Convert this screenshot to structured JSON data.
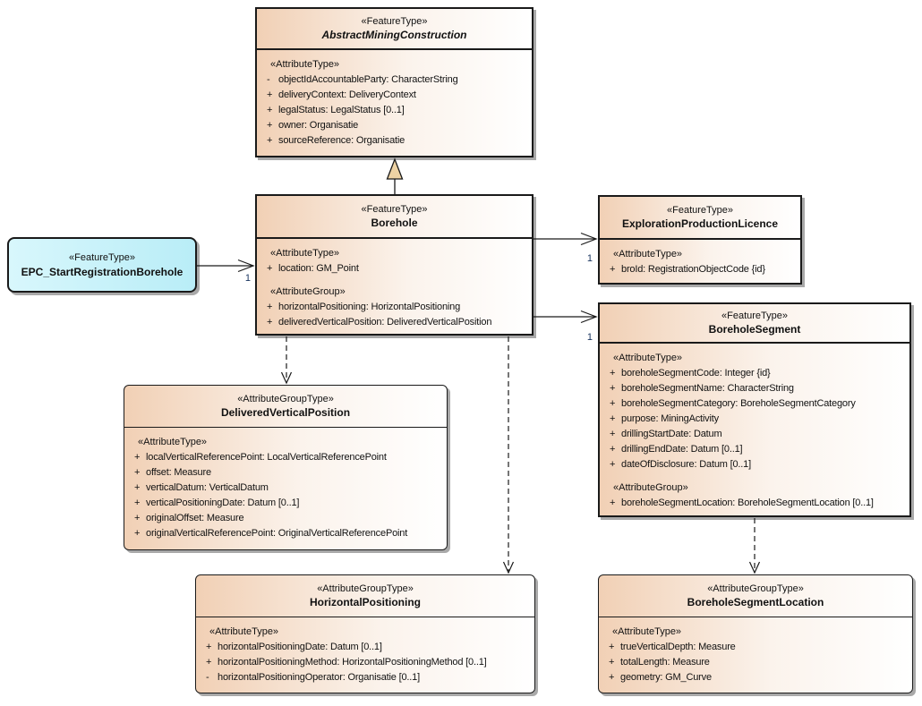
{
  "colors": {
    "featureStart": "#f1d0b5",
    "featureMid": "#fbf3ec",
    "featureEnd": "#ffffff",
    "epcStart": "#d8f7fc",
    "epcEnd": "#b9edf7",
    "line": "#1a1a1a",
    "shadow": "#a9a9a9",
    "triangle": "#eed3a4",
    "mult": "#17335e"
  },
  "classes": [
    {
      "stereotype": "«FeatureType»",
      "name": "AbstractMiningConstruction",
      "sections": [
        {
          "label": "«AttributeType»",
          "rows": [
            {
              "vis": "-",
              "text": "objectIdAccountableParty: CharacterString"
            },
            {
              "vis": "+",
              "text": "deliveryContext: DeliveryContext"
            },
            {
              "vis": "+",
              "text": "legalStatus: LegalStatus [0..1]"
            },
            {
              "vis": "+",
              "text": "owner: Organisatie"
            },
            {
              "vis": "+",
              "text": "sourceReference: Organisatie"
            }
          ]
        }
      ]
    },
    {
      "stereotype": "«FeatureType»",
      "name": "Borehole",
      "sections": [
        {
          "label": "«AttributeType»",
          "rows": [
            {
              "vis": "+",
              "text": "location: GM_Point"
            }
          ]
        },
        {
          "label": "«AttributeGroup»",
          "rows": [
            {
              "vis": "+",
              "text": "horizontalPositioning: HorizontalPositioning"
            },
            {
              "vis": "+",
              "text": "deliveredVerticalPosition: DeliveredVerticalPosition"
            }
          ]
        }
      ]
    },
    {
      "stereotype": "«FeatureType»",
      "name": "EPC_StartRegistrationBorehole",
      "sections": []
    },
    {
      "stereotype": "«FeatureType»",
      "name": "ExplorationProductionLicence",
      "sections": [
        {
          "label": "«AttributeType»",
          "rows": [
            {
              "vis": "+",
              "text": "broId: RegistrationObjectCode {id}"
            }
          ]
        }
      ]
    },
    {
      "stereotype": "«FeatureType»",
      "name": "BoreholeSegment",
      "sections": [
        {
          "label": "«AttributeType»",
          "rows": [
            {
              "vis": "+",
              "text": "boreholeSegmentCode: Integer {id}"
            },
            {
              "vis": "+",
              "text": "boreholeSegmentName: CharacterString"
            },
            {
              "vis": "+",
              "text": "boreholeSegmentCategory: BoreholeSegmentCategory"
            },
            {
              "vis": "+",
              "text": "purpose: MiningActivity"
            },
            {
              "vis": "+",
              "text": "drillingStartDate: Datum"
            },
            {
              "vis": "+",
              "text": "drillingEndDate: Datum [0..1]"
            },
            {
              "vis": "+",
              "text": "dateOfDisclosure: Datum [0..1]"
            }
          ]
        },
        {
          "label": "«AttributeGroup»",
          "rows": [
            {
              "vis": "+",
              "text": "boreholeSegmentLocation: BoreholeSegmentLocation [0..1]"
            }
          ]
        }
      ]
    },
    {
      "stereotype": "«AttributeGroupType»",
      "name": "DeliveredVerticalPosition",
      "sections": [
        {
          "label": "«AttributeType»",
          "rows": [
            {
              "vis": "+",
              "text": "localVerticalReferencePoint: LocalVerticalReferencePoint"
            },
            {
              "vis": "+",
              "text": "offset: Measure"
            },
            {
              "vis": "+",
              "text": "verticalDatum: VerticalDatum"
            },
            {
              "vis": "+",
              "text": "verticalPositioningDate: Datum [0..1]"
            },
            {
              "vis": "+",
              "text": "originalOffset: Measure"
            },
            {
              "vis": "+",
              "text": "originalVerticalReferencePoint: OriginalVerticalReferencePoint"
            }
          ]
        }
      ]
    },
    {
      "stereotype": "«AttributeGroupType»",
      "name": "HorizontalPositioning",
      "sections": [
        {
          "label": "«AttributeType»",
          "rows": [
            {
              "vis": "+",
              "text": "horizontalPositioningDate: Datum [0..1]"
            },
            {
              "vis": "+",
              "text": "horizontalPositioningMethod: HorizontalPositioningMethod [0..1]"
            },
            {
              "vis": "-",
              "text": "horizontalPositioningOperator: Organisatie [0..1]"
            }
          ]
        }
      ]
    },
    {
      "stereotype": "«AttributeGroupType»",
      "name": "BoreholeSegmentLocation",
      "sections": [
        {
          "label": "«AttributeType»",
          "rows": [
            {
              "vis": "+",
              "text": "trueVerticalDepth: Measure"
            },
            {
              "vis": "+",
              "text": "totalLength: Measure"
            },
            {
              "vis": "+",
              "text": "geometry: GM_Curve"
            }
          ]
        }
      ]
    }
  ],
  "connectors": {
    "epc_to_borehole": {
      "target_multiplicity": "1"
    },
    "borehole_to_explorationproductionlicence": {
      "target_multiplicity": "1"
    },
    "borehole_to_boreholesegment": {
      "target_multiplicity": "1"
    }
  }
}
